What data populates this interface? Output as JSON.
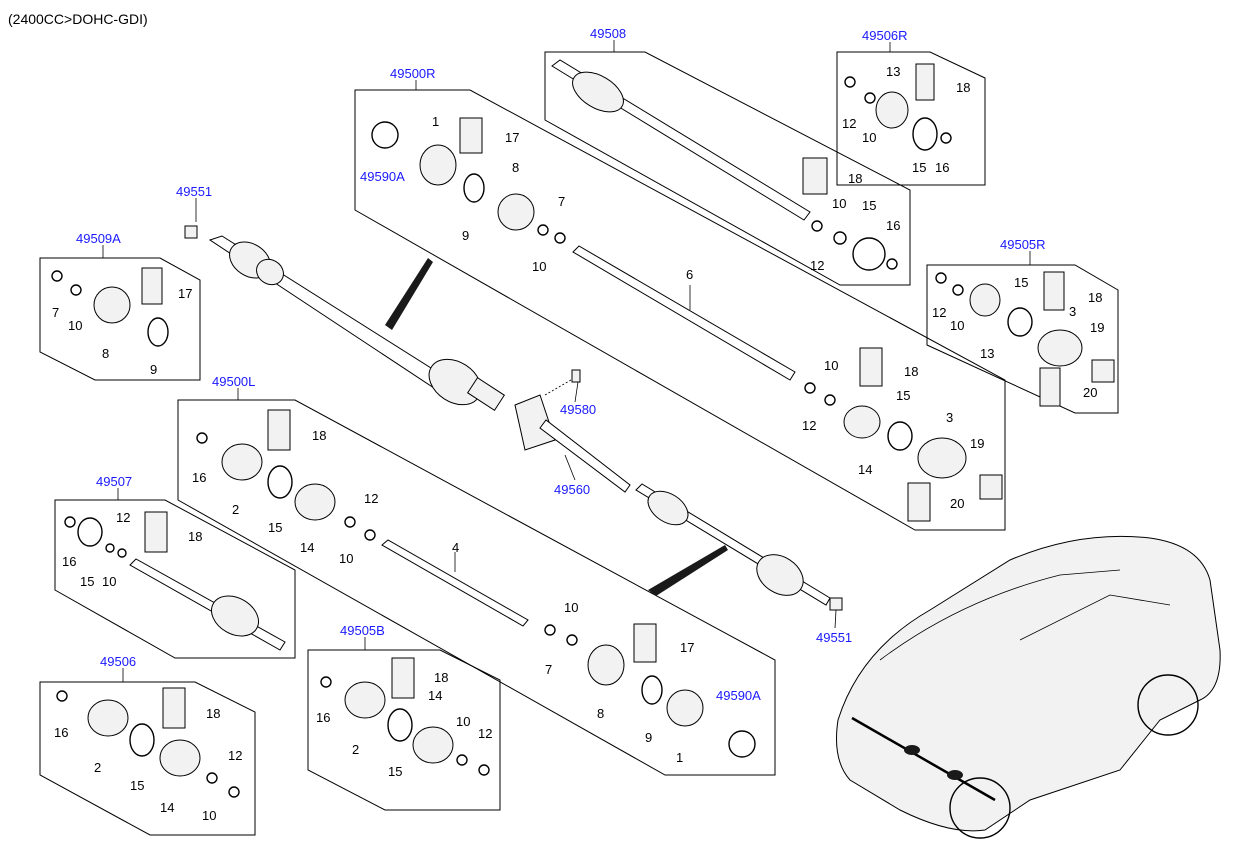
{
  "header": {
    "title": "(2400CC>DOHC-GDI)"
  },
  "ref_codes": {
    "r49508": "49508",
    "r49506R": "49506R",
    "r49500R": "49500R",
    "r49551a": "49551",
    "r49509A": "49509A",
    "r49505R": "49505R",
    "r49590Aa": "49590A",
    "r49580": "49580",
    "r49500L": "49500L",
    "r49560": "49560",
    "r49507": "49507",
    "r49506": "49506",
    "r49505B": "49505B",
    "r49551b": "49551",
    "r49590Ab": "49590A"
  },
  "part_numbers": {
    "p1a": "1",
    "p17a": "17",
    "p8a": "8",
    "p9a": "9",
    "p7a": "7",
    "p10a": "10",
    "p18a": "18",
    "p10b": "10",
    "p15a": "15",
    "p16a": "16",
    "p12a": "12",
    "p13a": "13",
    "p18b": "18",
    "p12b": "12",
    "p10c": "10",
    "p15b": "15",
    "p16b": "16",
    "p6": "6",
    "p17b": "17",
    "p7b": "7",
    "p10d": "10",
    "p8b": "8",
    "p9b": "9",
    "p15c": "15",
    "p18c": "18",
    "p12c": "12",
    "p10e": "10",
    "p13b": "13",
    "p3a": "3",
    "p19a": "19",
    "p20a": "20",
    "p10f": "10",
    "p18d": "18",
    "p12d": "12",
    "p15d": "15",
    "p14a": "14",
    "p3b": "3",
    "p19b": "19",
    "p20b": "20",
    "p18e": "18",
    "p16c": "16",
    "p2a": "2",
    "p15e": "15",
    "p14b": "14",
    "p12e": "12",
    "p10g": "10",
    "p4": "4",
    "p12f": "12",
    "p16d": "16",
    "p15f": "15",
    "p10h": "10",
    "p18f": "18",
    "p10i": "10",
    "p7c": "7",
    "p17c": "17",
    "p8c": "8",
    "p9c": "9",
    "p1b": "1",
    "p18g": "18",
    "p16e": "16",
    "p2b": "2",
    "p15g": "15",
    "p14c": "14",
    "p12g": "12",
    "p10j": "10",
    "p18h": "18",
    "p14d": "14",
    "p16f": "16",
    "p10k": "10",
    "p12h": "12",
    "p2c": "2",
    "p15h": "15"
  },
  "colors": {
    "reference_code": "#1a1aff",
    "part_number": "#000000",
    "line": "#000000"
  }
}
